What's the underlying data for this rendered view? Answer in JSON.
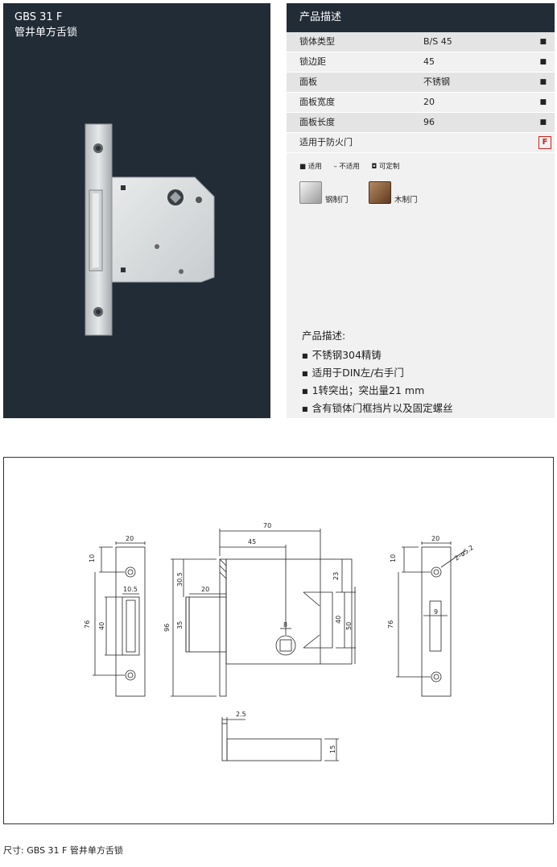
{
  "product": {
    "code": "GBS 31 F",
    "name": "管井单方舌锁"
  },
  "spec": {
    "header": "产品描述",
    "rows": [
      {
        "label": "锁体类型",
        "value": "B/S 45",
        "mark": "■"
      },
      {
        "label": "锁边距",
        "value": "45",
        "mark": "■"
      },
      {
        "label": "面板",
        "value": "不锈钢",
        "mark": "■"
      },
      {
        "label": "面板宽度",
        "value": "20",
        "mark": "■"
      },
      {
        "label": "面板长度",
        "value": "96",
        "mark": "■"
      },
      {
        "label": "适用于防火门",
        "value": "",
        "mark": "F"
      }
    ],
    "legend": [
      "■ 适用",
      "– 不适用",
      "◘ 可定制"
    ],
    "door_types": [
      {
        "label": "钢制门",
        "color": "#c9c9c9"
      },
      {
        "label": "木制门",
        "color": "#7a5236"
      }
    ],
    "description_title": "产品描述:",
    "description_items": [
      "不锈钢304精铸",
      "适用于DIN左/右手门",
      "1转突出；突出量21 mm",
      "含有锁体门框挡片以及固定螺丝"
    ]
  },
  "drawing": {
    "dims": {
      "plate_width": "20",
      "hole_offset": "10",
      "hole_spacing": "76",
      "slot_height": "40",
      "slot_width": "10.5",
      "lock_width": "70",
      "backset": "45",
      "height": "96",
      "offset_30": "30.5",
      "latch_w": "20",
      "latch_h": "35",
      "top_23": "23",
      "inner_40": "40",
      "inner_50": "50",
      "spindle": "8",
      "hole_dia": "2–ø5.2",
      "strike_slot": "9",
      "plate_thick": "2.5",
      "depth_15": "15"
    }
  },
  "caption": "尺寸: GBS 31 F 管井单方舌锁"
}
